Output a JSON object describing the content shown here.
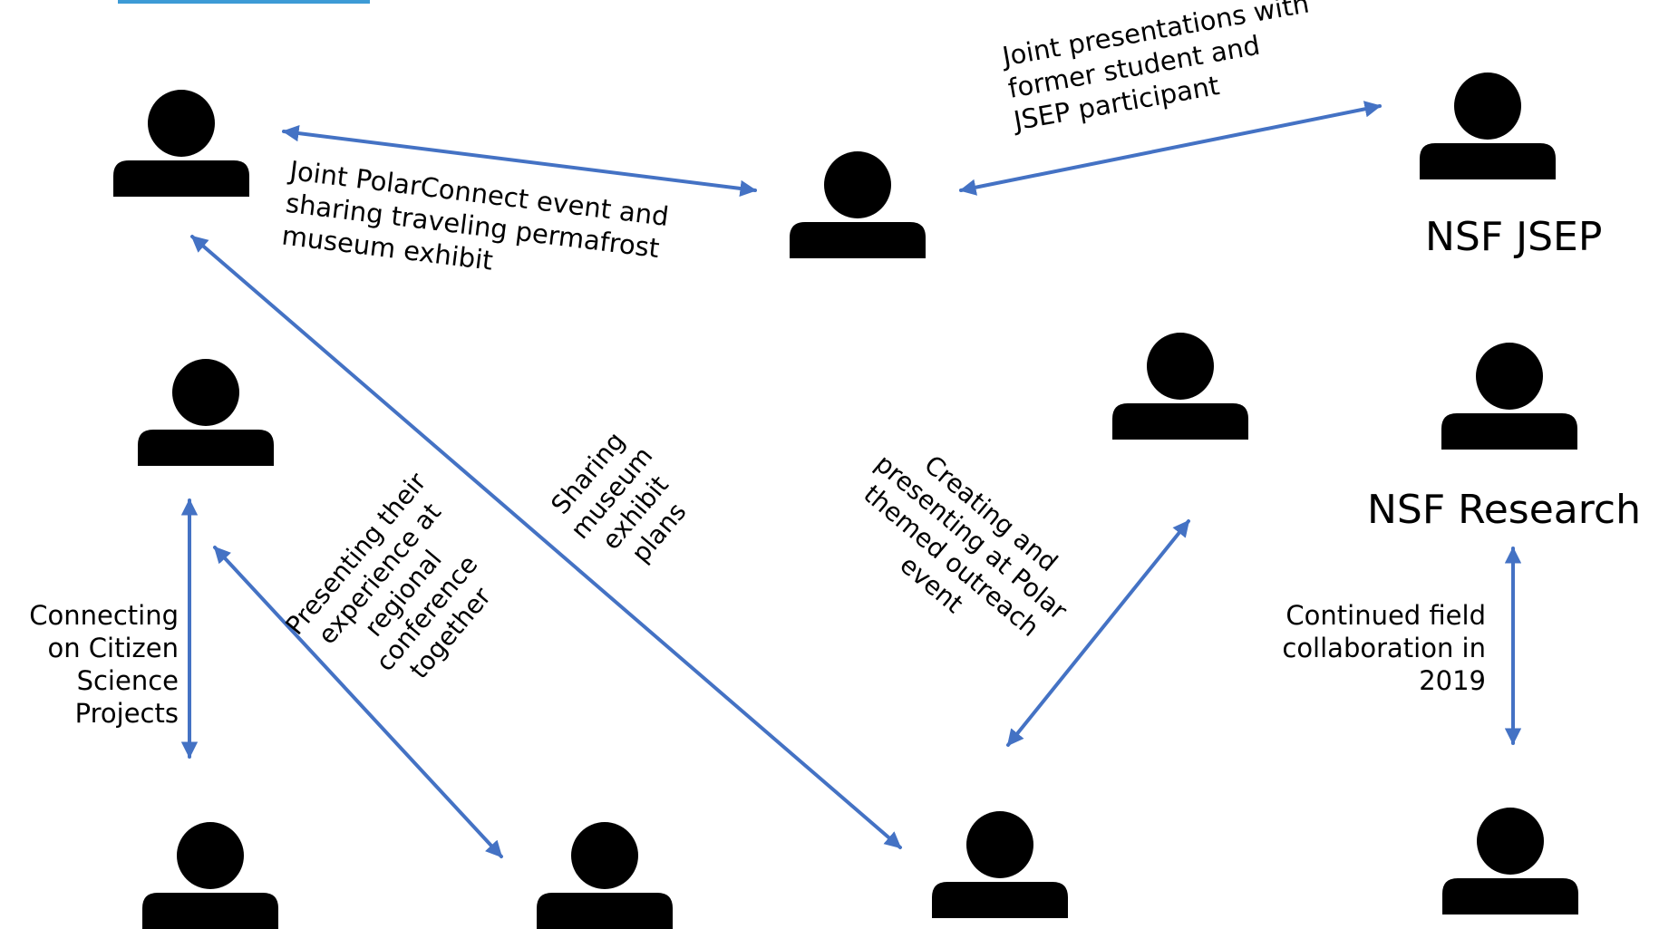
{
  "diagram": {
    "accent_color": "#4472c4",
    "person_color": "#000000",
    "people": [
      {
        "id": "p-top-left",
        "icon": "person-icon"
      },
      {
        "id": "p-top-center",
        "icon": "person-icon"
      },
      {
        "id": "p-top-right",
        "icon": "person-icon"
      },
      {
        "id": "p-mid-left",
        "icon": "person-icon"
      },
      {
        "id": "p-mid-right",
        "icon": "person-icon"
      },
      {
        "id": "p-nsf-research",
        "icon": "person-icon"
      },
      {
        "id": "p-bottom-left",
        "icon": "person-icon"
      },
      {
        "id": "p-bottom-mid-left",
        "icon": "person-icon"
      },
      {
        "id": "p-bottom-center",
        "icon": "person-icon"
      },
      {
        "id": "p-bottom-right",
        "icon": "person-icon"
      }
    ],
    "groups": {
      "nsf_jsep": "NSF JSEP",
      "nsf_research": "NSF Research"
    },
    "connections": {
      "polarconnect": "Joint PolarConnect event and\nsharing traveling permafrost\nmuseum exhibit",
      "joint_presentations": "Joint presentations with\nformer student and\nJSEP participant",
      "citizen_science": "Connecting\non Citizen\nScience\nProjects",
      "regional_conference": "Presenting their\nexperience at\nregional\nconference\ntogether",
      "museum_plans": "Sharing\nmuseum\nexhibit\nplans",
      "polar_outreach": "Creating and\npresenting at Polar\nthemed outreach\nevent",
      "field_collaboration": "Continued field\ncollaboration in\n2019"
    }
  }
}
